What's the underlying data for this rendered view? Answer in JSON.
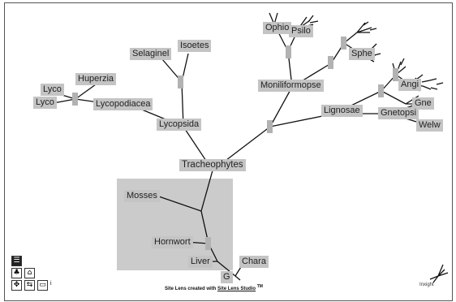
{
  "tree_labels": {
    "ophio": "Ophio",
    "psilo": "Psilo",
    "sphe": "Sphe",
    "moniliformopse": "Moniliformopse",
    "angi": "Angi",
    "gne": "Gne",
    "gnetopsi": "Gnetopsi",
    "welw": "Welw",
    "lignosae": "Lignosae",
    "selaginel": "Selaginel",
    "isoetes": "Isoetes",
    "huperzia": "Huperzia",
    "lyco1": "Lyco",
    "lyco2": "Lyco",
    "lycopodiacea": "Lycopodiacea",
    "lycopsida": "Lycopsida",
    "tracheophytes": "Tracheophytes",
    "mosses": "Mosses",
    "hornwort": "Hornwort",
    "liver": "Liver",
    "chara": "Chara",
    "g": "G"
  },
  "footer": {
    "credit_text": "Site Lens created with",
    "credit_link": "Site Lens Studio",
    "credit_tm": "TM",
    "brand": "Inxight"
  },
  "toolbar": {
    "page_label": "i"
  },
  "colors": {
    "branch": "#111111",
    "label_bg": "#c4c4c4",
    "focus_box": "#cbcbcb"
  }
}
